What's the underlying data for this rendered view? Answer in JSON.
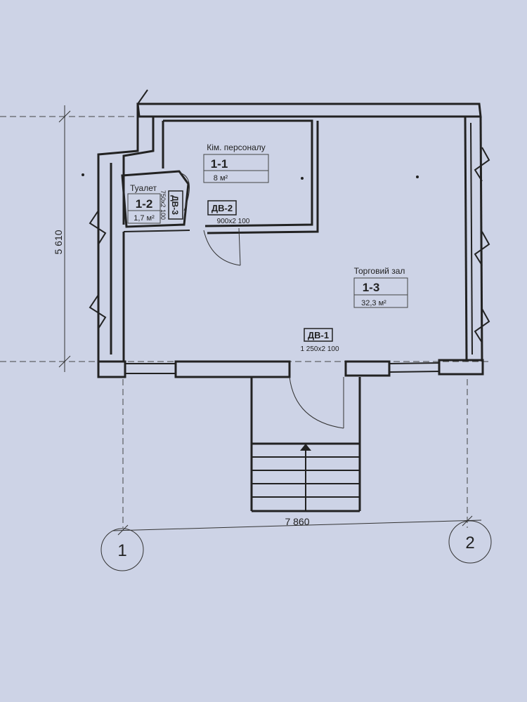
{
  "rooms": {
    "staff": {
      "name": "Кім. персоналу",
      "number": "1-1",
      "area": "8 м²"
    },
    "toilet": {
      "name": "Туалет",
      "number": "1-2",
      "area": "1,7 м²"
    },
    "hall": {
      "name": "Торговий зал",
      "number": "1-3",
      "area": "32,3 м²"
    }
  },
  "doors": {
    "dv1": {
      "code": "ДВ-1",
      "size": "1 250x2 100"
    },
    "dv2": {
      "code": "ДВ-2",
      "size": "900x2 100"
    },
    "dv3": {
      "code": "ДВ-3",
      "size": "750x2 100"
    }
  },
  "dimensions": {
    "width": "7 860",
    "height": "5 610"
  },
  "axes": {
    "left": "1",
    "right": "2"
  }
}
